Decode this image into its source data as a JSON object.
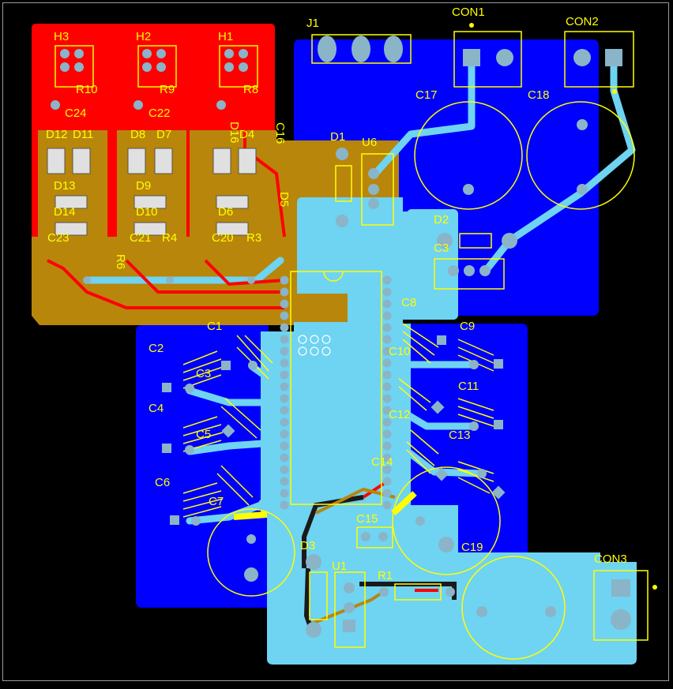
{
  "board": {
    "colors": {
      "background": "#000000",
      "top_copper_blue": "#0000ff",
      "light_blue_pour": "#6fd3f2",
      "red_pour": "#ff0000",
      "gold_pour": "#b8860b",
      "silkscreen": "#ffff00",
      "pad": "#8ab4c8",
      "hole": "#0a5a6a"
    },
    "labels": {
      "H3": "H3",
      "H2": "H2",
      "H1": "H1",
      "J1": "J1",
      "CON1": "CON1",
      "CON2": "CON2",
      "CON3": "CON3",
      "R10": "R10",
      "R9": "R9",
      "R8": "R8",
      "C24": "C24",
      "C22": "C22",
      "D12": "D12",
      "D11": "D11",
      "D8": "D8",
      "D7": "D7",
      "D16": "D16",
      "D4": "D4",
      "C16": "C16",
      "D13": "D13",
      "D9": "D9",
      "D14": "D14",
      "D10": "D10",
      "D6": "D6",
      "D5": "D5",
      "C23": "C23",
      "C21": "C21",
      "R4": "R4",
      "C20": "C20",
      "R3": "R3",
      "R6": "R6",
      "D1": "D1",
      "U6": "U6",
      "C17": "C17",
      "C18": "C18",
      "D2": "D2",
      "C3_top": "C3",
      "C8": "C8",
      "C9": "C9",
      "C1": "C1",
      "C2": "C2",
      "C3": "C3",
      "C4": "C4",
      "C5": "C5",
      "C6": "C6",
      "C7": "C7",
      "C10": "C10",
      "C11": "C11",
      "C12": "C12",
      "C13": "C13",
      "C14": "C14",
      "C15": "C15",
      "C19": "C19",
      "D3": "D3",
      "U1": "U1",
      "R1": "R1"
    }
  }
}
